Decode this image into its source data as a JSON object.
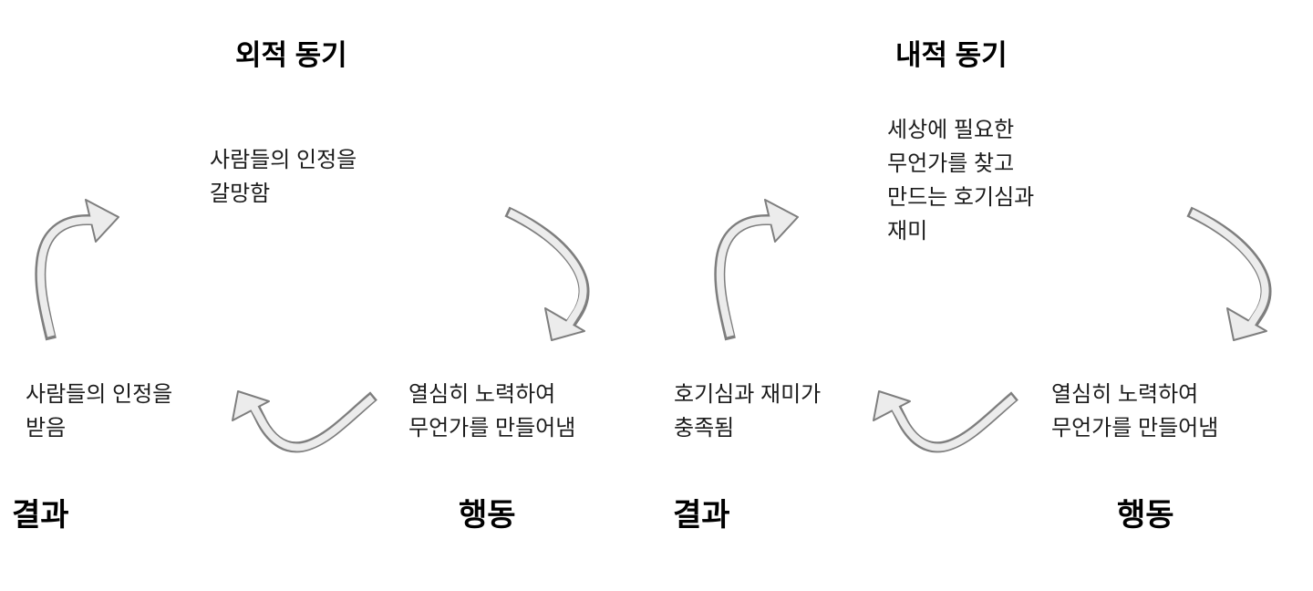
{
  "canvas": {
    "background": "#ffffff"
  },
  "colors": {
    "arrow_fill": "#ececec",
    "arrow_stroke": "#7e7e7e",
    "text": "#1c1c1c",
    "heading": "#000000"
  },
  "icons": {
    "up": "curved-arrow-up-right-icon",
    "down": "curved-arrow-down-left-icon",
    "return": "curved-arrow-return-left-icon"
  },
  "cycles": [
    {
      "title": "외적 동기",
      "trigger": "사람들의 인정을\n갈망함",
      "result": "사람들의 인정을\n받음",
      "action": "열심히 노력하여\n무언가를 만들어냄",
      "result_label": "결과",
      "action_label": "행동"
    },
    {
      "title": "내적 동기",
      "trigger": "세상에 필요한\n무언가를 찾고\n만드는 호기심과\n재미",
      "result": "호기심과 재미가\n충족됨",
      "action": "열심히 노력하여\n무언가를 만들어냄",
      "result_label": "결과",
      "action_label": "행동"
    }
  ]
}
